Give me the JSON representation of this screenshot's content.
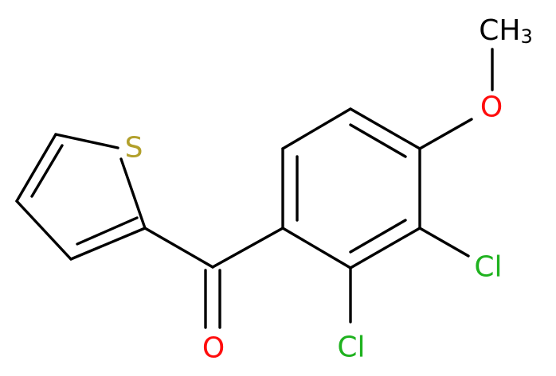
{
  "colors": {
    "bond": "#000000",
    "carbon": "#000000",
    "oxygen": "#ff0d0d",
    "sulfur": "#b2a02c",
    "chlorine": "#1fb21f"
  },
  "atoms": {
    "sulfur": {
      "symbol": "S"
    },
    "carbonyl_oxygen": {
      "symbol": "O"
    },
    "methoxy_oxygen": {
      "symbol": "O"
    },
    "methyl": {
      "symbol": "CH",
      "subscript": "3"
    },
    "chlorine_2": {
      "symbol": "Cl"
    },
    "chlorine_3": {
      "symbol": "Cl"
    }
  }
}
